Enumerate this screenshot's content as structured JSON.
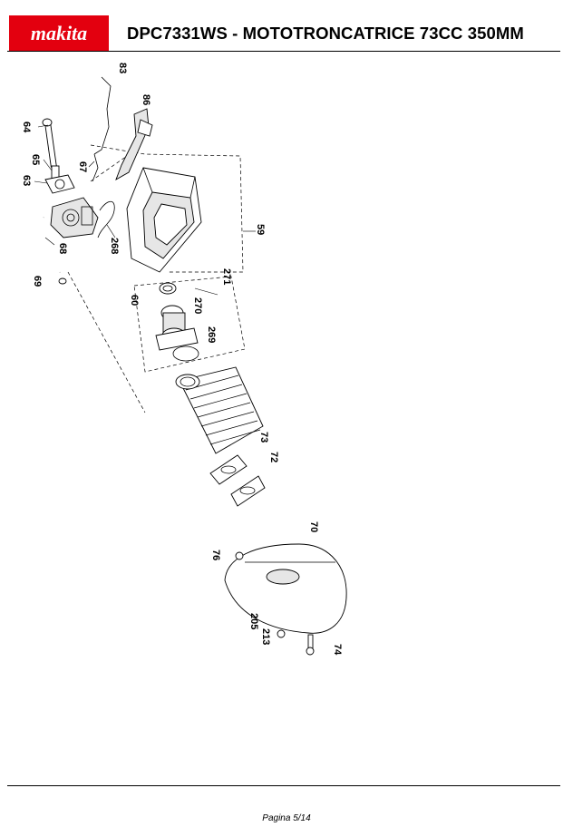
{
  "header": {
    "brand": "makita",
    "title": "DPC7331WS - MOTOTRONCATRICE 73CC 350MM",
    "brand_color": "#e3000f"
  },
  "diagram": {
    "part_labels": [
      "83",
      "86",
      "64",
      "65",
      "67",
      "63",
      "59",
      "268",
      "68",
      "69",
      "271",
      "60",
      "270",
      "269",
      "73",
      "72",
      "70",
      "76",
      "205",
      "213",
      "74"
    ]
  },
  "footer": {
    "page": "Pagina 5/14"
  }
}
